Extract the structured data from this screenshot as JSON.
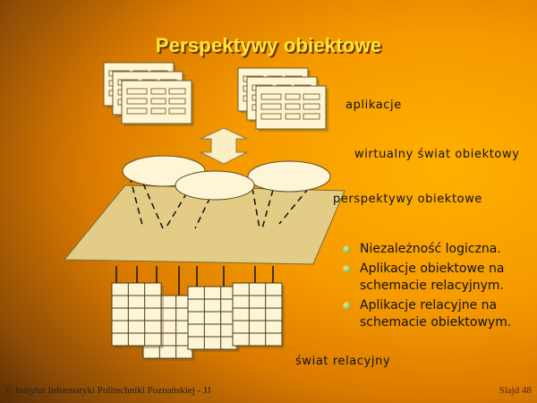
{
  "slide": {
    "title": "Perspektywy obiektowe",
    "labels": {
      "applications": "aplikacje",
      "virtual_world": "wirtualny świat obiektowy",
      "perspectives": "perspektywy obiektowe",
      "relational_world": "świat relacyjny"
    },
    "bullets": [
      "Niezależność logiczna.",
      "Aplikacje obiektowe na schemacie relacyjnym.",
      "Aplikacje relacyjne na schemacie obiektowym."
    ],
    "footer": {
      "copyright": "© Instytut Informatyki Politechniki Poznańskiej - JJ",
      "slide_number": "Slajd 48"
    }
  },
  "colors": {
    "title": "#ffe53a",
    "card_fill": "#fdf5d6",
    "card_bar": "#d8c27a",
    "plane_fill": "#e3cc86",
    "bullet": "#aab64a"
  }
}
